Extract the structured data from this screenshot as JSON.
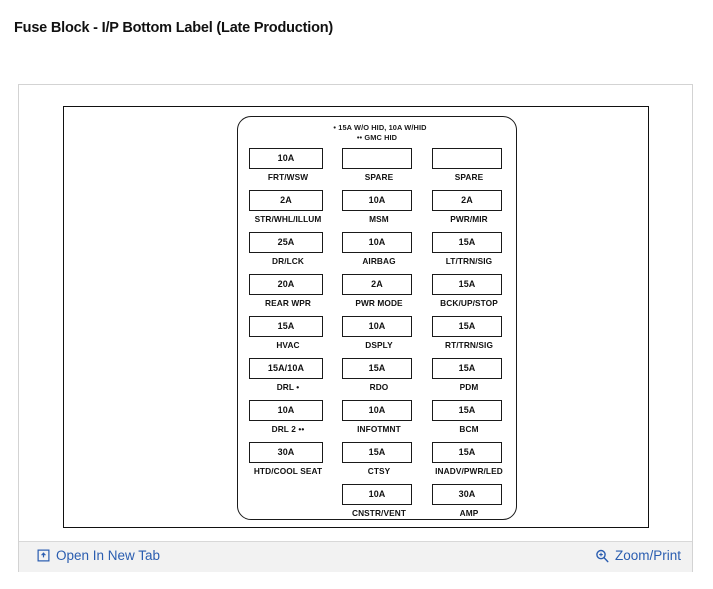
{
  "page_title": "Fuse Block - I/P Bottom Label (Late Production)",
  "diagram": {
    "legend": {
      "line1": "• 15A W/O HID, 10A W/HID",
      "line2": "•• GMC HID"
    },
    "columns": [
      {
        "name": "column-1",
        "fuses": [
          {
            "amp": "10A",
            "label": "FRT/WSW"
          },
          {
            "amp": "2A",
            "label": "STR/WHL/ILLUM"
          },
          {
            "amp": "25A",
            "label": "DR/LCK"
          },
          {
            "amp": "20A",
            "label": "REAR WPR"
          },
          {
            "amp": "15A",
            "label": "HVAC"
          },
          {
            "amp": "15A/10A",
            "label": "DRL •"
          },
          {
            "amp": "10A",
            "label": "DRL 2 ••"
          },
          {
            "amp": "30A",
            "label": "HTD/COOL SEAT"
          }
        ]
      },
      {
        "name": "column-2",
        "fuses": [
          {
            "amp": "",
            "label": "SPARE"
          },
          {
            "amp": "10A",
            "label": "MSM"
          },
          {
            "amp": "10A",
            "label": "AIRBAG"
          },
          {
            "amp": "2A",
            "label": "PWR MODE"
          },
          {
            "amp": "10A",
            "label": "DSPLY"
          },
          {
            "amp": "15A",
            "label": "RDO"
          },
          {
            "amp": "10A",
            "label": "INFOTMNT"
          },
          {
            "amp": "15A",
            "label": "CTSY"
          },
          {
            "amp": "10A",
            "label": "CNSTR/VENT"
          }
        ]
      },
      {
        "name": "column-3",
        "fuses": [
          {
            "amp": "",
            "label": "SPARE"
          },
          {
            "amp": "2A",
            "label": "PWR/MIR"
          },
          {
            "amp": "15A",
            "label": "LT/TRN/SIG"
          },
          {
            "amp": "15A",
            "label": "BCK/UP/STOP"
          },
          {
            "amp": "15A",
            "label": "RT/TRN/SIG"
          },
          {
            "amp": "15A",
            "label": "PDM"
          },
          {
            "amp": "15A",
            "label": "BCM"
          },
          {
            "amp": "15A",
            "label": "INADV/PWR/LED"
          },
          {
            "amp": "30A",
            "label": "AMP"
          }
        ]
      }
    ]
  },
  "footer": {
    "open_in_new_tab": "Open In New Tab",
    "zoom_print": "Zoom/Print",
    "link_color": "#2a5db0"
  }
}
